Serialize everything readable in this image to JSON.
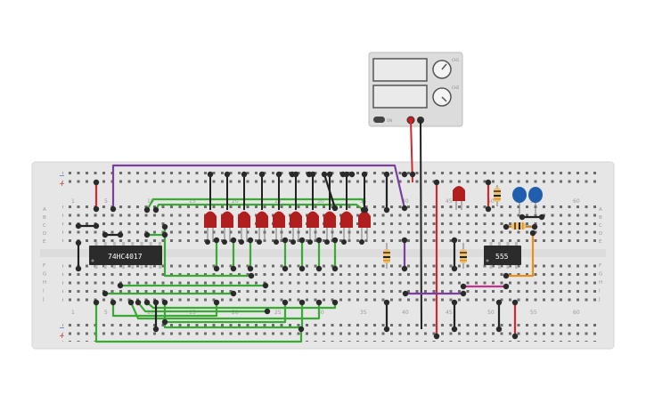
{
  "breadboard": {
    "column_numbers": [
      "1",
      "5",
      "10",
      "15",
      "20",
      "25",
      "30",
      "35",
      "40",
      "45",
      "50",
      "55",
      "60"
    ],
    "row_letters_top": [
      "A",
      "B",
      "C",
      "D",
      "E"
    ],
    "row_letters_bottom": [
      "F",
      "G",
      "H",
      "I",
      "J"
    ],
    "rail_minus": "−",
    "rail_plus": "+"
  },
  "chips": {
    "counter": "74HC4017",
    "timer": "555"
  },
  "power_supply": {
    "knob_top_label": "CH1",
    "knob_bottom_label": "CH2",
    "switch_label": "ON"
  },
  "colors": {
    "board": "#e6e6e6",
    "wire_green": "#3aaa35",
    "wire_purple": "#7b3fa0",
    "wire_red": "#d22a2a",
    "wire_black": "#222222",
    "wire_orange": "#e8901a",
    "wire_magenta": "#c2338f",
    "led_red": "#b01e1e",
    "capacitor_blue": "#1f5fae"
  }
}
